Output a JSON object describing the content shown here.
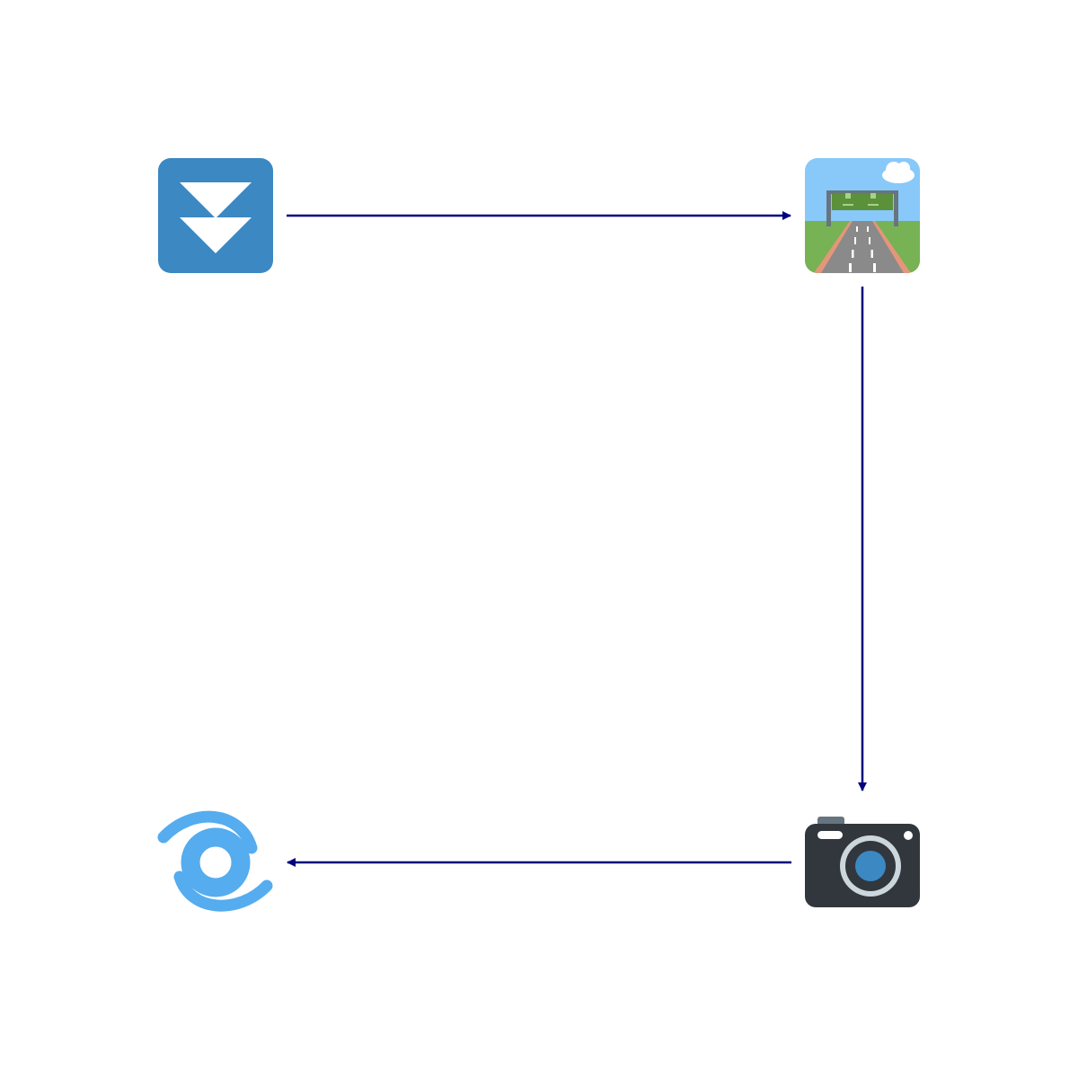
{
  "diagram": {
    "background_color": "#ffffff",
    "edge_color": "#000080",
    "nodes": [
      {
        "id": "fast-down",
        "icon": "fast-down-button-icon",
        "color": "#3b88c3"
      },
      {
        "id": "motorway",
        "icon": "motorway-icon",
        "color": "#88c9f9"
      },
      {
        "id": "camera",
        "icon": "camera-icon",
        "color": "#31373d"
      },
      {
        "id": "cyclone",
        "icon": "cyclone-icon",
        "color": "#55acee"
      }
    ],
    "edges": [
      {
        "from": "fast-down",
        "to": "motorway"
      },
      {
        "from": "motorway",
        "to": "camera"
      },
      {
        "from": "camera",
        "to": "cyclone"
      }
    ]
  }
}
